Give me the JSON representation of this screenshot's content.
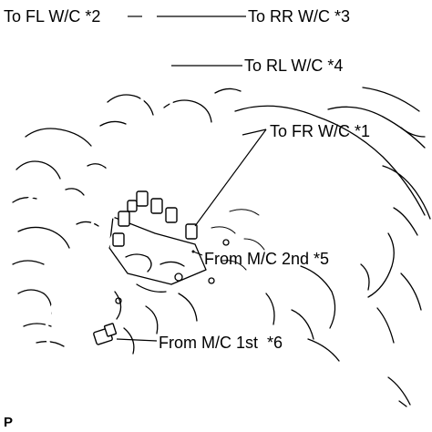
{
  "labels": {
    "fl": "To FL W/C *2",
    "rr": "To RR W/C *3",
    "rl": "To RL W/C *4",
    "fr": "To FR W/C *1",
    "mc2": "From M/C 2nd *5",
    "mc1": "From M/C 1st  *6"
  },
  "corner_letter": "P"
}
